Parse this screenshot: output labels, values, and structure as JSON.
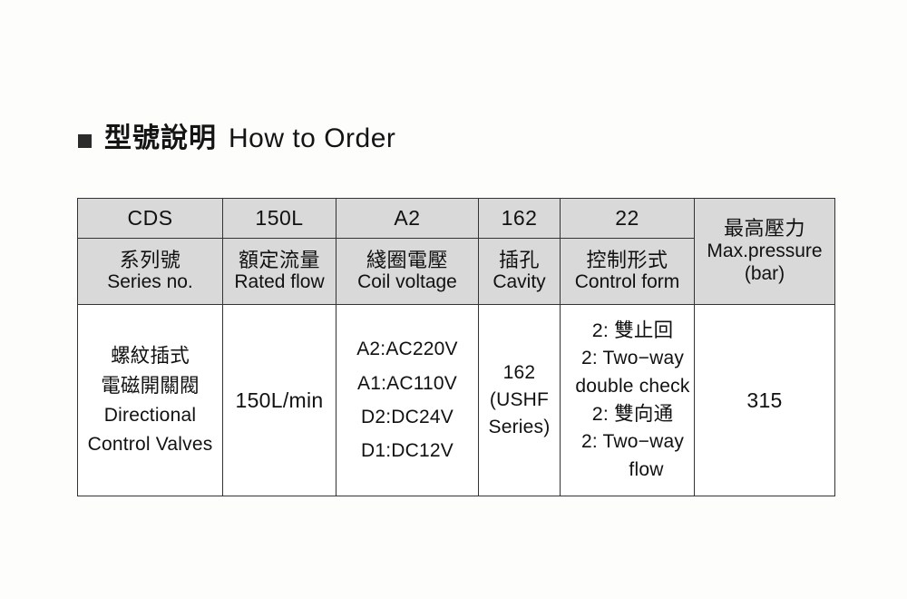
{
  "heading": {
    "bullet": "square-bullet",
    "cn": "型號說明",
    "en": "How to Order"
  },
  "table": {
    "columns": [
      {
        "code": "CDS",
        "label_cn": "系列號",
        "label_en": "Series no.",
        "value_lines": [
          "螺紋插式",
          "電磁開關閥",
          "Directional",
          "Control Valves"
        ]
      },
      {
        "code": "150L",
        "label_cn": "額定流量",
        "label_en": "Rated flow",
        "value_lines": [
          "150L/min"
        ]
      },
      {
        "code": "A2",
        "label_cn": "綫圈電壓",
        "label_en": "Coil voltage",
        "value_lines": [
          "A2:AC220V",
          "A1:AC110V",
          "D2:DC24V",
          "D1:DC12V"
        ]
      },
      {
        "code": "162",
        "label_cn": "插孔",
        "label_en": "Cavity",
        "value_lines": [
          "162",
          "(USHF",
          "Series)"
        ]
      },
      {
        "code": "22",
        "label_cn": "控制形式",
        "label_en": "Control form",
        "value_lines": [
          "2: 雙止回",
          "2: Two−way",
          "double check",
          "2: 雙向通",
          "2: Two−way",
          "flow"
        ]
      },
      {
        "code": "",
        "label_cn": "最高壓力",
        "label_en": "Max.pressure",
        "label_unit": "(bar)",
        "value_lines": [
          "315"
        ]
      }
    ]
  },
  "colors": {
    "page_bg": "#fdfdfb",
    "header_bg": "#d9d9d9",
    "body_bg": "#ffffff",
    "border": "#333333",
    "text": "#111111",
    "bullet": "#2b2b2b"
  }
}
